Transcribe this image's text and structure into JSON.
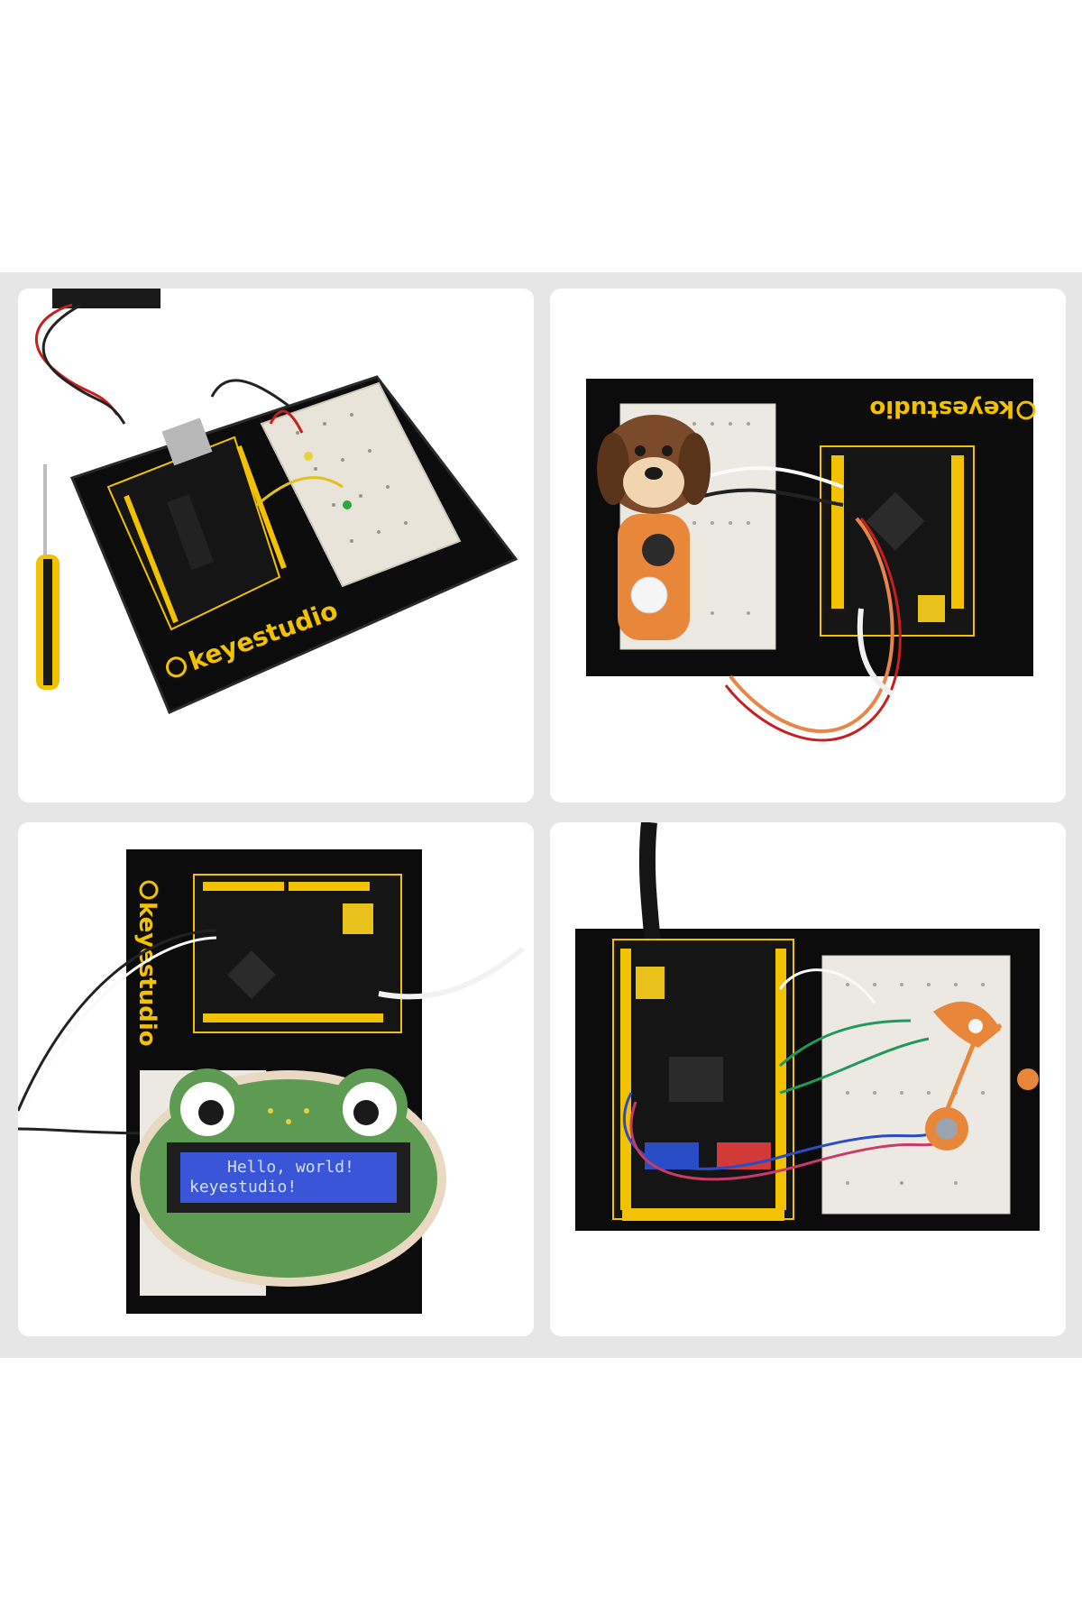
{
  "brand": {
    "name": "keyestudio"
  },
  "lcd": {
    "line1": "Hello, world!",
    "line2": "keyestudio!"
  },
  "colors": {
    "background": "#ffffff",
    "band": "#e6e6e6",
    "panel": "#ffffff",
    "board_base": "#0c0c0c",
    "brand_yellow": "#f2c200",
    "breadboard": "#ece9e2",
    "lcd_blue": "#3a55d8",
    "frog_green": "#5e9b52",
    "dog_orange": "#e8863a",
    "dog_brown": "#7a4a2a"
  },
  "panels": [
    {
      "id": "breadboard-led-kit"
    },
    {
      "id": "dog-pir-buzzer-kit"
    },
    {
      "id": "frog-lcd-kit"
    },
    {
      "id": "lamp-sensor-kit"
    }
  ]
}
